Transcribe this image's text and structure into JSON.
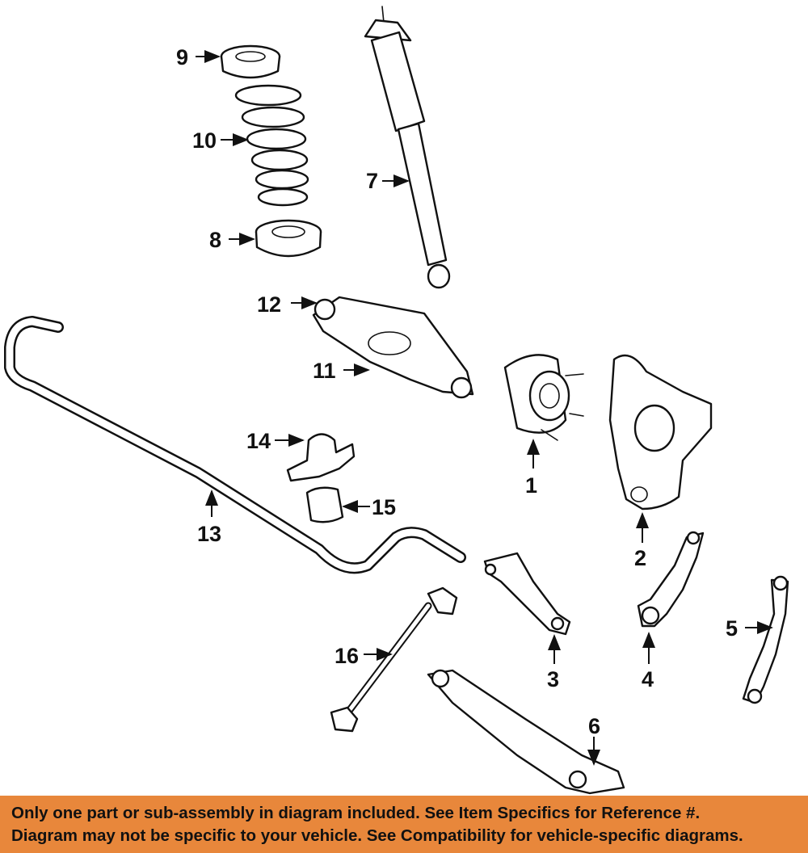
{
  "callouts": {
    "c1": "1",
    "c2": "2",
    "c3": "3",
    "c4": "4",
    "c5": "5",
    "c6": "6",
    "c7": "7",
    "c8": "8",
    "c9": "9",
    "c10": "10",
    "c11": "11",
    "c12": "12",
    "c13": "13",
    "c14": "14",
    "c15": "15",
    "c16": "16"
  },
  "banner": {
    "line1": "Only one part or sub-assembly in diagram included. See Item Specifics for Reference #.",
    "line2": "Diagram may not be specific to your vehicle. See Compatibility for vehicle-specific diagrams."
  },
  "colors": {
    "banner_background": "#e8873b",
    "line_art": "#111111",
    "background": "#ffffff"
  }
}
